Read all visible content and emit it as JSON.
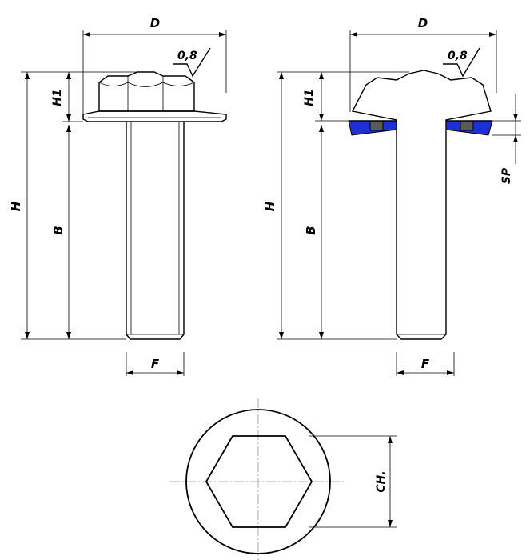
{
  "labels": {
    "diameter": "D",
    "roughness": "0,8",
    "head_height": "H1",
    "total_height": "H",
    "shank_length": "B",
    "thread": "F",
    "seal_thickness": "SP",
    "wrench_size": "CH."
  },
  "colors": {
    "seal": "#1f2fd6",
    "seal_core": "#5a5a5a",
    "hatch": "#9a9a9a",
    "line": "#000000"
  }
}
